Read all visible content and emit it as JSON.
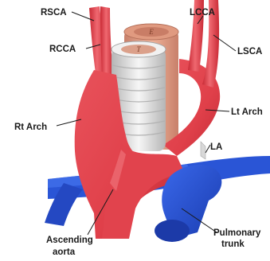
{
  "diagram": {
    "labels": {
      "rsca": "RSCA",
      "lcca": "LCCA",
      "rcca": "RCCA",
      "lsca": "LSCA",
      "rt_arch": "Rt Arch",
      "lt_arch": "Lt Arch",
      "la": "LA",
      "ascending_aorta_line1": "Ascending",
      "ascending_aorta_line2": "aorta",
      "pulmonary_trunk_line1": "Pulmonary",
      "pulmonary_trunk_line2": "trunk"
    },
    "structure_letters": {
      "esophagus": "E",
      "trachea": "T"
    },
    "colors": {
      "aorta": "#e2454e",
      "aorta_shadow": "#b8232e",
      "pulmonary": "#2a55d6",
      "pulmonary_dark": "#1434a0",
      "esophagus": "#e7a68c",
      "trachea": "#eeeeee",
      "trachea_shadow": "#bdbdbd",
      "ligament": "#dcdcdc"
    }
  }
}
